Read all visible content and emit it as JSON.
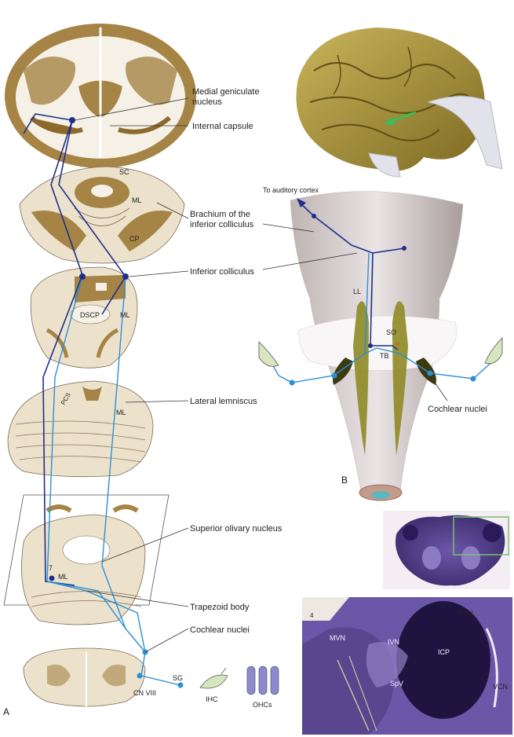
{
  "panels": {
    "a": "A",
    "b": "B"
  },
  "labels_a": {
    "medial_geniculate": [
      "Medial geniculate",
      "nucleus"
    ],
    "internal_capsule": "Internal capsule",
    "brachium": [
      "Brachium of the",
      "inferior colliculus"
    ],
    "inferior_colliculus": "Inferior colliculus",
    "lateral_lemniscus": "Lateral lemniscus",
    "superior_olivary": "Superior olivary nucleus",
    "trapezoid_body": "Trapezoid body",
    "cochlear_nuclei": "Cochlear nuclei",
    "sc": "SC",
    "ml": "ML",
    "cp": "CP",
    "dscp": "DSCP",
    "pcs": "PCS",
    "seven": "7",
    "sg": "SG",
    "cn_viii": "CN VIII",
    "ihc": "IHC",
    "ohcs": "OHCs"
  },
  "labels_b": {
    "to_auditory_cortex": "To auditory cortex",
    "ll": "LL",
    "so": "SO",
    "tb": "TB",
    "cochlear_nuclei": "Cochlear nuclei"
  },
  "histology": {
    "four": "4",
    "mvn": "MVN",
    "ivn": "IVN",
    "icp": "ICP",
    "dcn": "DCN",
    "spv": "SpV",
    "vcn": "VCN"
  },
  "colors": {
    "tract_dark": "#1f2e8a",
    "tract_light": "#2b8fd6",
    "gray_matter": "#a58445",
    "stain": "#5a3f8c"
  }
}
